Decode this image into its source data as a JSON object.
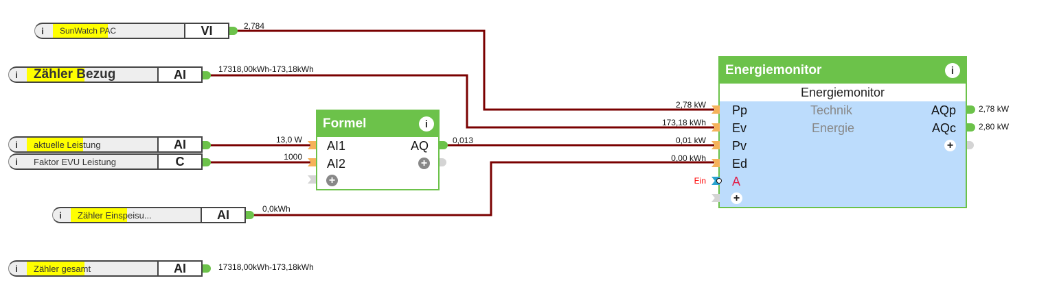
{
  "inputs": [
    {
      "info": "i",
      "name": "SunWatch PAC",
      "type": "VI",
      "value": "2,784"
    },
    {
      "info": "i",
      "name": "Zähler Bezug",
      "type": "AI",
      "value": "17318,00kWh-173,18kWh"
    },
    {
      "info": "i",
      "name": "aktuelle Leistung",
      "type": "AI"
    },
    {
      "info": "i",
      "name": "Faktor EVU Leistung",
      "type": "C"
    },
    {
      "info": "i",
      "name": "Zähler  Einspeisu...",
      "type": "AI",
      "value": "0,0kWh"
    },
    {
      "info": "i",
      "name": "Zähler gesamt",
      "type": "AI",
      "value": "17318,00kWh-173,18kWh"
    }
  ],
  "formel": {
    "title": "Formel",
    "info": "i",
    "inputs": [
      {
        "port": "AI1",
        "value": "13,0 W"
      },
      {
        "port": "AI2",
        "value": "1000"
      }
    ],
    "output": {
      "port": "AQ",
      "value": "0,013"
    },
    "plus": "+"
  },
  "energiemonitor": {
    "title": "Energiemonitor",
    "info": "i",
    "subtitle": "Energiemonitor",
    "line1": "Technik",
    "line2": "Energie",
    "inputs": [
      {
        "port": "Pp",
        "value": "2,78 kW"
      },
      {
        "port": "Ev",
        "value": "173,18 kWh"
      },
      {
        "port": "Pv",
        "value": "0,01 kW"
      },
      {
        "port": "Ed",
        "value": "0,00 kWh"
      },
      {
        "port": "A",
        "value": "Ein"
      }
    ],
    "outputs": [
      {
        "port": "AQp",
        "value": "2,78 kW"
      },
      {
        "port": "AQc",
        "value": "2,80 kW"
      }
    ],
    "plus": "+"
  },
  "colors": {
    "wire": "#7a0000",
    "block": "#6cc24a",
    "body": "#bcdcfc",
    "highlight": "#ffff00"
  }
}
